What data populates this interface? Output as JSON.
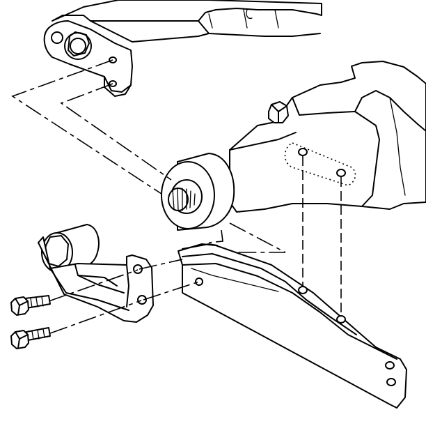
{
  "diagram": {
    "colors": {
      "line": "#000000",
      "background": "#ffffff"
    },
    "parts": [
      "steering-gear-housing",
      "upper-mounting-flange",
      "pitman-shaft",
      "gear-mounting-bracket",
      "frame-crossmember",
      "bushing-spacer",
      "lower-bracket",
      "mounting-bolt",
      "hex-bolt-head"
    ]
  }
}
